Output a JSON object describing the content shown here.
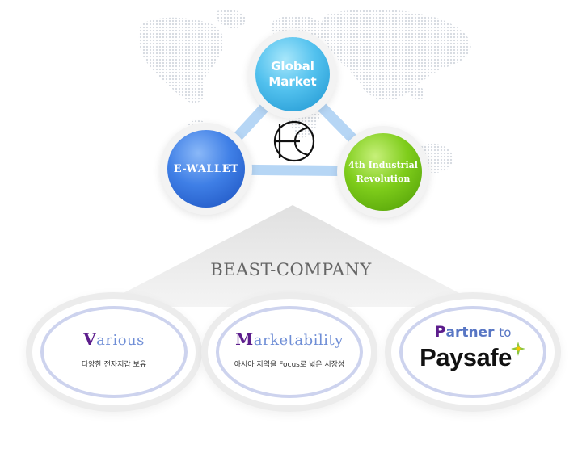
{
  "nodes": {
    "global_line1": "Global",
    "global_line2": "Market",
    "ewallet": "E-WALLET",
    "fourth_line1": "4th Industrial",
    "fourth_line2": "Revolution"
  },
  "company_title": "BEAST-COMPANY",
  "cards": {
    "various": {
      "title_first": "V",
      "title_rest": "arious",
      "subtitle": "다양한 전자지갑 보유"
    },
    "marketability": {
      "title_first": "M",
      "title_rest": "arketability",
      "subtitle": "아시아 지역을 Focus로 넓은 시장성"
    },
    "partner": {
      "title_first": "P",
      "title_rest": "artner",
      "title_to": "to",
      "brand": "Paysafe"
    }
  },
  "icons": {
    "logo": "hc-monogram-logo-icon",
    "world_map": "world-map-background-icon",
    "paysafe_plus": "paysafe-plus-icon"
  },
  "colors": {
    "global": "#2aa6dd",
    "ewallet": "#2d66d6",
    "fourth": "#6cbf12",
    "connector": "#b3d4f5",
    "accent_purple": "#5c1d8c",
    "accent_blue": "#6f8ed6",
    "paysafe_green": "#8cc63f",
    "paysafe_yellow": "#f7c600"
  }
}
